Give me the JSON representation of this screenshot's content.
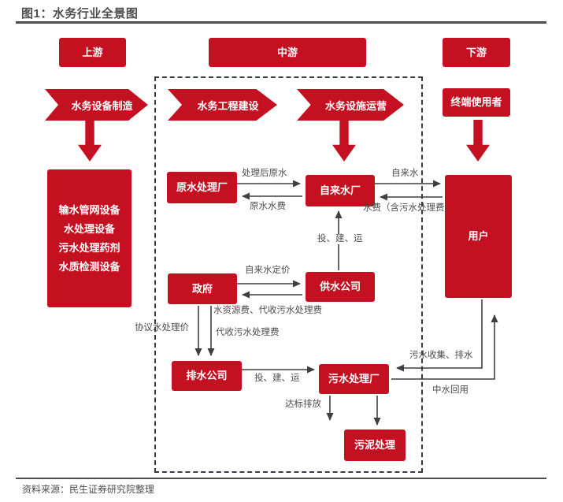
{
  "figure": {
    "title": "图1：水务行业全景图",
    "source": "资料来源：民生证券研究院整理"
  },
  "colors": {
    "red": "#c41122",
    "line": "#3f3f3f",
    "ink": "#4d4d4d",
    "border": "#383c44"
  },
  "tiers": {
    "upstream": "上游",
    "midstream": "中游",
    "downstream": "下游"
  },
  "stages": {
    "equipment": "水务设备制造",
    "construction": "水务工程建设",
    "operation": "水务设施运营",
    "end_user": "终端使用者"
  },
  "upstream_products": [
    "输水管网设备",
    "水处理设备",
    "污水处理药剂",
    "水质检测设备"
  ],
  "nodes": {
    "raw_water_plant": "原水处理厂",
    "tap_water_plant": "自来水厂",
    "government": "政府",
    "water_supply_co": "供水公司",
    "drainage_co": "排水公司",
    "sewage_plant": "污水处理厂",
    "sludge_treatment": "污泥处理",
    "users": "用户"
  },
  "edges": {
    "treated_raw_water": "处理后原水",
    "raw_water_fee": "原水水费",
    "tap_water": "自来水",
    "water_fee_incl": "水费（含污水处理费）",
    "invest_build_operate_supply": "投、建、运",
    "tap_water_pricing": "自来水定价",
    "resource_fee_collect": "水资源费、代收污水处理费",
    "agreed_treatment_price": "协议水处理价",
    "collected_sewage_fee": "代收污水处理费",
    "invest_build_operate_drainage": "投、建、运",
    "standard_discharge": "达标排放",
    "sewage_collection_drainage": "污水收集、排水",
    "reclaimed_water_reuse": "中水回用"
  }
}
